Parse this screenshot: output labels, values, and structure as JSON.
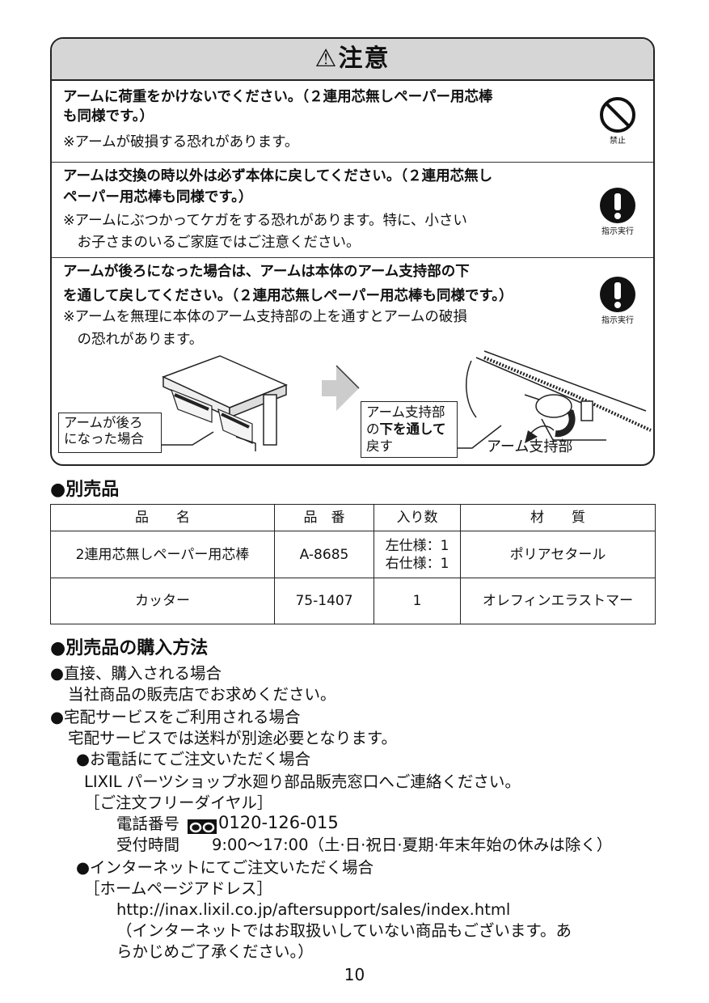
{
  "caution": {
    "title": "⚠注意",
    "items": [
      {
        "bold_lines": [
          "アームに荷重をかけないでください。（２連用芯無しペーパー用芯棒",
          "も同様です。）"
        ],
        "note_lines": [
          "※アームが破損する恐れがあります。"
        ],
        "icon_label": "禁止"
      },
      {
        "bold_lines": [
          "アームは交換の時以外は必ず本体に戻してください。（２連用芯無し",
          "ペーパー用芯棒も同様です。）"
        ],
        "note_lines": [
          "※アームにぶつかってケガをする恐れがあります。特に、小さい",
          "　お子さまのいるご家庭ではご注意ください。"
        ],
        "icon_label": "指示実行"
      },
      {
        "bold_lines": [
          "アームが後ろになった場合は、アームは本体のアーム支持部の下",
          "を通して戻してください。（２連用芯無しペーパー用芯棒も同様です。）"
        ],
        "note_lines": [
          "※アームを無理に本体のアーム支持部の上を通すとアームの破損",
          "　の恐れがあります。"
        ],
        "icon_label": "指示実行"
      }
    ],
    "figure": {
      "callout_left": [
        "アームが後ろ",
        "になった場合"
      ],
      "callout_right_1": "アーム支持部",
      "callout_right_2a": "の",
      "callout_right_2b": "下を通して",
      "callout_right_3": "戻す",
      "label_support": "アーム支持部"
    }
  },
  "options": {
    "heading": "●別売品",
    "headers": [
      "品　　名",
      "品　番",
      "入り数",
      "材　　質"
    ],
    "rows": [
      {
        "name": "2連用芯無しペーパー用芯棒",
        "number": "A-8685",
        "qty_1": "左仕様：1",
        "qty_2": "右仕様：1",
        "material": "ポリアセタール"
      },
      {
        "name": "カッター",
        "number": "75-1407",
        "qty": "1",
        "material": "オレフィンエラストマー"
      }
    ]
  },
  "purchase": {
    "heading": "●別売品の購入方法",
    "direct_title": "●直接、購入される場合",
    "direct_text": "当社商品の販売店でお求めください。",
    "delivery_title": "●宅配サービスをご利用される場合",
    "delivery_text": "宅配サービスでは送料が別途必要となります。",
    "phone_title": "●お電話にてご注文いただく場合",
    "phone_text": "LIXIL パーツショップ水廻り部品販売窓口へご連絡ください。",
    "freedial_label": "［ご注文フリーダイヤル］",
    "tel_label": "電話番号",
    "tel_number": "0120-126-015",
    "hours_label": "受付時間",
    "hours_value": "9:00〜17:00（土·日·祝日·夏期·年末年始の休みは除く）",
    "web_title": "●インターネットにてご注文いただく場合",
    "homepage_label": "［ホームページアドレス］",
    "url": "http://inax.lixil.co.jp/aftersupport/sales/index.html",
    "web_note_1": "（インターネットではお取扱いしていない商品もございます。あ",
    "web_note_2": "らかじめご了承ください。）"
  },
  "page_number": "10"
}
